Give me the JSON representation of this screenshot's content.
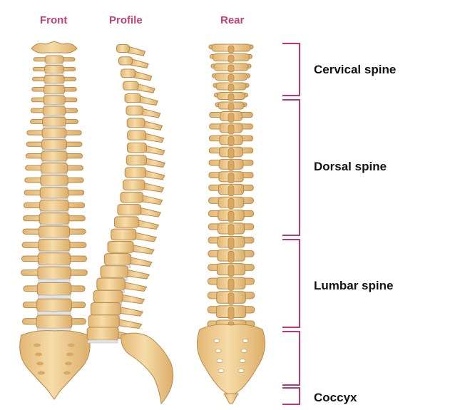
{
  "views": [
    {
      "id": "front",
      "label": "Front"
    },
    {
      "id": "profile",
      "label": "Profile"
    },
    {
      "id": "rear",
      "label": "Rear"
    }
  ],
  "regions": [
    {
      "id": "cervical",
      "label": "Cervical spine"
    },
    {
      "id": "dorsal",
      "label": "Dorsal spine"
    },
    {
      "id": "lumbar",
      "label": "Lumbar spine"
    },
    {
      "id": "sacral",
      "label": ""
    },
    {
      "id": "coccyx",
      "label": "Coccyx"
    }
  ],
  "colors": {
    "view_label": "#c0407a",
    "bracket": "#b8387a",
    "bone_fill": "#f0cf95",
    "bone_shade": "#d9a862",
    "bone_outline": "#b98a4a",
    "disc_fill": "#dfe4ea",
    "region_label": "#111111"
  },
  "icons": {
    "front": "spine-front-illustration",
    "profile": "spine-profile-illustration",
    "rear": "spine-rear-illustration"
  }
}
